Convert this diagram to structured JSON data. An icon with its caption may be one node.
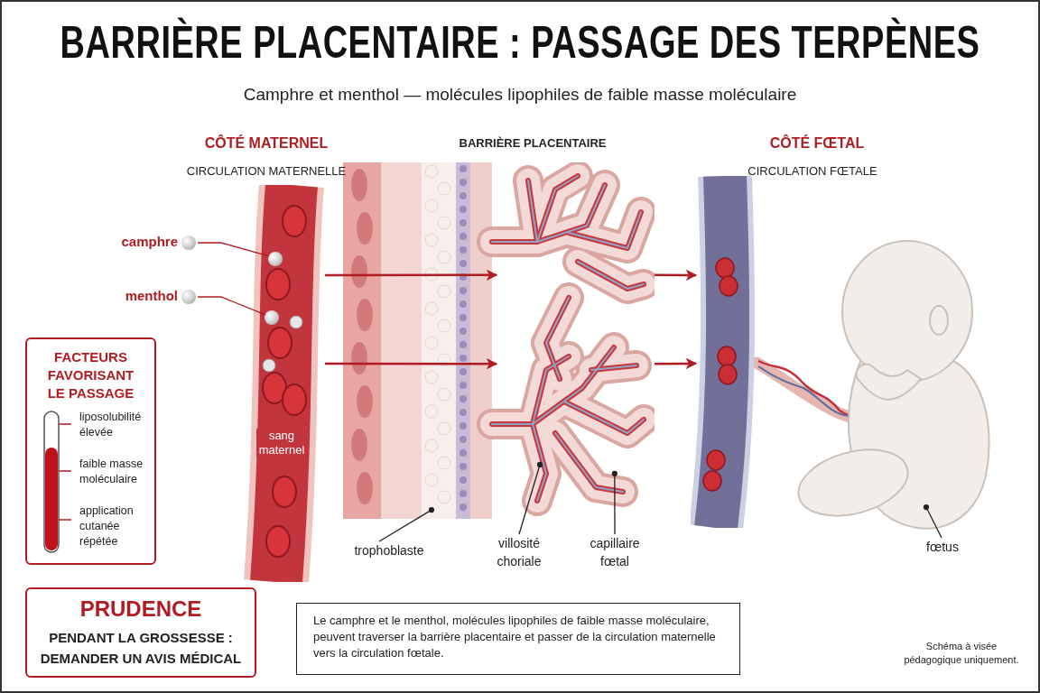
{
  "diagram": {
    "title": "BARRIÈRE PLACENTAIRE : PASSAGE DES TERPÈNES",
    "nodes": [
      {
        "text": [
          "sang maternel"
        ]
      },
      {
        "text": [
          "camphre"
        ]
      },
      {
        "text": [],
        "shape": "circle",
        "in": 0
      },
      {
        "text": [
          "menthol"
        ]
      },
      {
        "text": [],
        "shape": "circle",
        "in": 0
      },
      {
        "text": [],
        "shape": "picture"
      },
      {
        "text": [],
        "shape": "picture"
      },
      {
        "text": [],
        "shape": "picture"
      },
      {
        "text": [
          "trophoblaste"
        ]
      },
      {
        "text": [
          "villosité choriale"
        ]
      },
      {
        "text": [
          "capillaire fœtal"
        ]
      },
      {
        "text": [
          "fœtus"
        ]
      },
      {
        "text": [
          "FACTEURS FAVORISANT LE PASSAGE",
          "liposolubilité élevée",
          "faible masse moléculaire",
          "application cutanée répétée"
        ]
      },
      {
        "text": [
          "PRUDENCE",
          "PENDANT LA GROSSESSE : DEMANDER UN AVIS MÉDICAL"
        ]
      },
      {
        "text": [
          "Le camphre et le menthol, molécules lipophiles de faible masse moléculaire, peuvent traverser la barrière placentaire et passer de la circulation maternelle vers la circulation fœtale."
        ]
      }
    ],
    "edges": [
      {
        "from": 1,
        "to": 2,
        "arrow": "none"
      },
      {
        "from": 3,
        "to": 4,
        "arrow": "none"
      },
      {
        "from": 0,
        "to": 5,
        "arrow": "to"
      },
      {
        "from": 5,
        "to": 6,
        "arrow": "to"
      },
      {
        "from": 0,
        "to": 5,
        "arrow": "to"
      },
      {
        "from": 5,
        "to": 6,
        "arrow": "to"
      },
      {
        "from": 8,
        "to": 5,
        "arrow": "other",
        "color": "#222222"
      },
      {
        "from": 9,
        "to": 5,
        "arrow": "other",
        "color": "#222222"
      },
      {
        "from": 10,
        "to": 5,
        "arrow": "other",
        "color": "#222222"
      },
      {
        "from": 11,
        "to": 7,
        "arrow": "other",
        "color": "#222222"
      }
    ],
    "labels": [
      "Camphre et menthol — molécules lipophiles de faible masse moléculaire",
      "CÔTÉ MATERNEL",
      "BARRIÈRE PLACENTAIRE",
      "CÔTÉ FŒTAL",
      "CIRCULATION MATERNELLE",
      "CIRCULATION FŒTALE",
      "Schéma à visée pédagogique uniquement."
    ]
  }
}
